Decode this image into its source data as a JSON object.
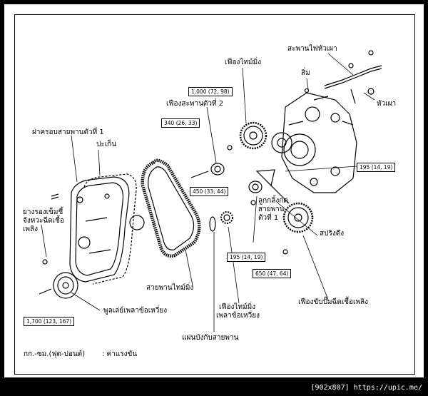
{
  "labels": {
    "cam_gear": "เฟืองไทม์มิ่ง",
    "idler_2": "เฟืองสะพานตัวที่ 2",
    "cover_1": "ฝาครอบสายพานตัวที่ 1",
    "gasket": "ปะเก็น",
    "grommet_1": "ยางรองเข็มชี้",
    "grommet_2": "จังหวะฉีดเชื้อ",
    "grommet_3": "เพลิง",
    "pulley": "พูลเล่ย์เพลาข้อเหวี่ยง",
    "timing_belt": "สายพานไทม์มิ่ง",
    "crank_gear_1": "เฟืองไทม์มิ่ง",
    "crank_gear_2": "เพลาข้อเหวี่ยง",
    "guide_plate": "แผ่นบังกับสายพาน",
    "idler_1_a": "ลูกกลิ้งกด",
    "idler_1_b": "สายพาน",
    "idler_1_c": "ตัวที่ 1",
    "spring": "สปริงดึง",
    "pump_gear": "เฟืองขับปั๊มฉีดเชื้อเพลิง",
    "glow_bar": "สะพานไฟหัวเผา",
    "nut": "สิ่ม",
    "glow_plug": "หัวเผา",
    "legend_units": "กก.-ซม.(ฟุต-ปอนด์)",
    "legend_desc": ": ค่าแรงขัน"
  },
  "torques": {
    "t1000": "1,000 (72, 98)",
    "t340": "340 (26, 33)",
    "t450": "450 (33, 44)",
    "t195a": "195 (14, 19)",
    "t195b": "195 (14, 19)",
    "t650": "650 (47, 64)",
    "t1700": "1,700 (123, 167)"
  },
  "footer": "[902x807] https://upic.me/"
}
